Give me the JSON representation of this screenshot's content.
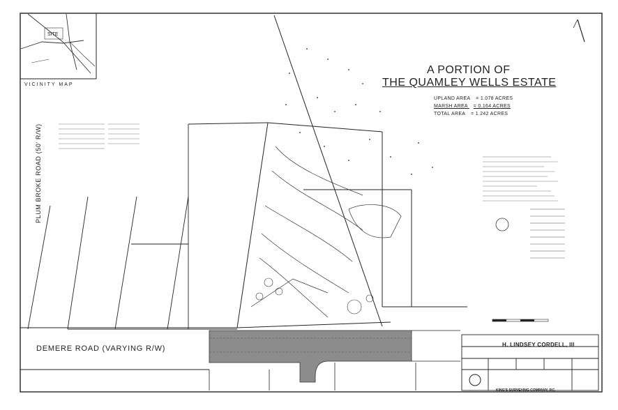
{
  "vicinity_map": {
    "label": "VICINITY MAP",
    "site_label": "SITE"
  },
  "title": {
    "line1": "A PORTION OF",
    "line2": "THE QUAMLEY WELLS ESTATE"
  },
  "areas": [
    {
      "label": "UPLAND AREA",
      "value": "= 1.078 ACRES"
    },
    {
      "label": "MARSH AREA",
      "value": "= 0.164 ACRES"
    },
    {
      "label": "TOTAL AREA",
      "value": "= 1.242 ACRES"
    }
  ],
  "roads": {
    "demere": "DEMERE ROAD (VARYING R/W)",
    "plum": "PLUM BROKE ROAD (50' R/W)"
  },
  "title_block": {
    "name": "H. LINDSEY CORDELL, III",
    "company": "KING'S SURVEYING COMPANY, P.C."
  },
  "colors": {
    "ink": "#222222",
    "road_fill": "#8c8c8c",
    "paper": "#ffffff"
  }
}
